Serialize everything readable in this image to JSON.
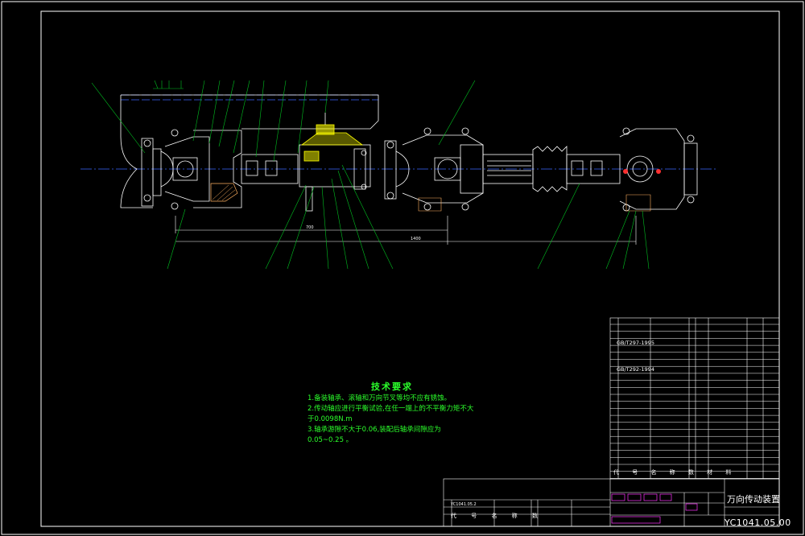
{
  "technical_requirements": {
    "title": "技术要求",
    "items": [
      "1.备装轴承、滚轴和万向节叉等均不应有锈蚀。",
      "2.传动轴应进行平衡试验,在任一端上的不平衡力矩不大于0.0098N.m",
      "3.轴承游隙不大于0.06,装配后轴承间隙应为0.05~0.25 。"
    ]
  },
  "title_block": {
    "drawing_name": "万向传动装置",
    "drawing_code": "YC1041.05.00",
    "parts_header": "代 号 名 称 数 材 料",
    "bottom_header": "代 号 名 称 数",
    "bottom_drawing_code": "YC1041.05.2",
    "standard_a": "GB/T297-1995",
    "standard_b": "GB/T292-1994"
  },
  "dimensions": {
    "d1": "700",
    "d2": "1400"
  },
  "colors": {
    "background": "#000000",
    "frame": "#ffffff",
    "text_note": "#2bff2b",
    "leader": "#00c020",
    "highlight": "#ffff00",
    "stamp_magenta": "#ff33ff",
    "center_line": "#3c64ff"
  }
}
